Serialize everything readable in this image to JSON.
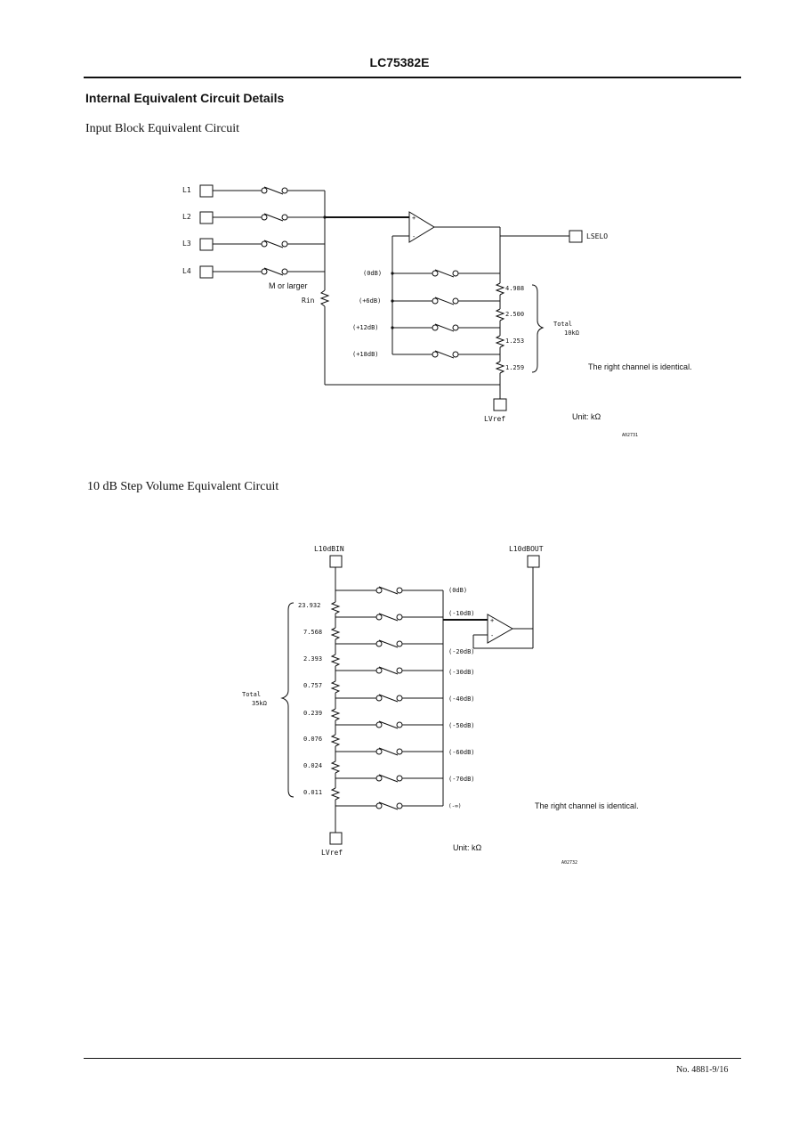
{
  "header": {
    "part_number": "LC75382E"
  },
  "section_title": "Internal Equivalent Circuit Details",
  "input_block": {
    "title": "Input Block Equivalent Circuit",
    "inputs": [
      "L1",
      "L2",
      "L3",
      "L4"
    ],
    "output_pin": "LSELO",
    "resistor_note": "M or larger",
    "rin_label": "Rin",
    "gain_taps": [
      "(0dB)",
      "(+6dB)",
      "(+12dB)",
      "(+18dB)"
    ],
    "resistors": [
      "4.988",
      "2.500",
      "1.253",
      "1.259"
    ],
    "total_label": "Total",
    "total_value": "10kΩ",
    "vref_label": "LVref",
    "identical_note": "The right channel is identical.",
    "unit": "Unit: kΩ",
    "fig_code": "A02731"
  },
  "volume_block": {
    "title": "10 dB Step Volume Equivalent Circuit",
    "input_pin": "L10dBIN",
    "output_pin": "L10dBOUT",
    "steps": [
      "(0dB)",
      "(-10dB)",
      "(-20dB)",
      "(-30dB)",
      "(-40dB)",
      "(-50dB)",
      "(-60dB)",
      "(-70dB)",
      "(-∞)"
    ],
    "resistors": [
      "23.932",
      "7.568",
      "2.393",
      "0.757",
      "0.239",
      "0.076",
      "0.024",
      "0.011"
    ],
    "total_label": "Total",
    "total_value": "35kΩ",
    "vref_label": "LVref",
    "identical_note": "The right channel is identical.",
    "unit": "Unit: kΩ",
    "fig_code": "A02732"
  },
  "footer": {
    "page_ref": "No. 4881-9/16"
  }
}
